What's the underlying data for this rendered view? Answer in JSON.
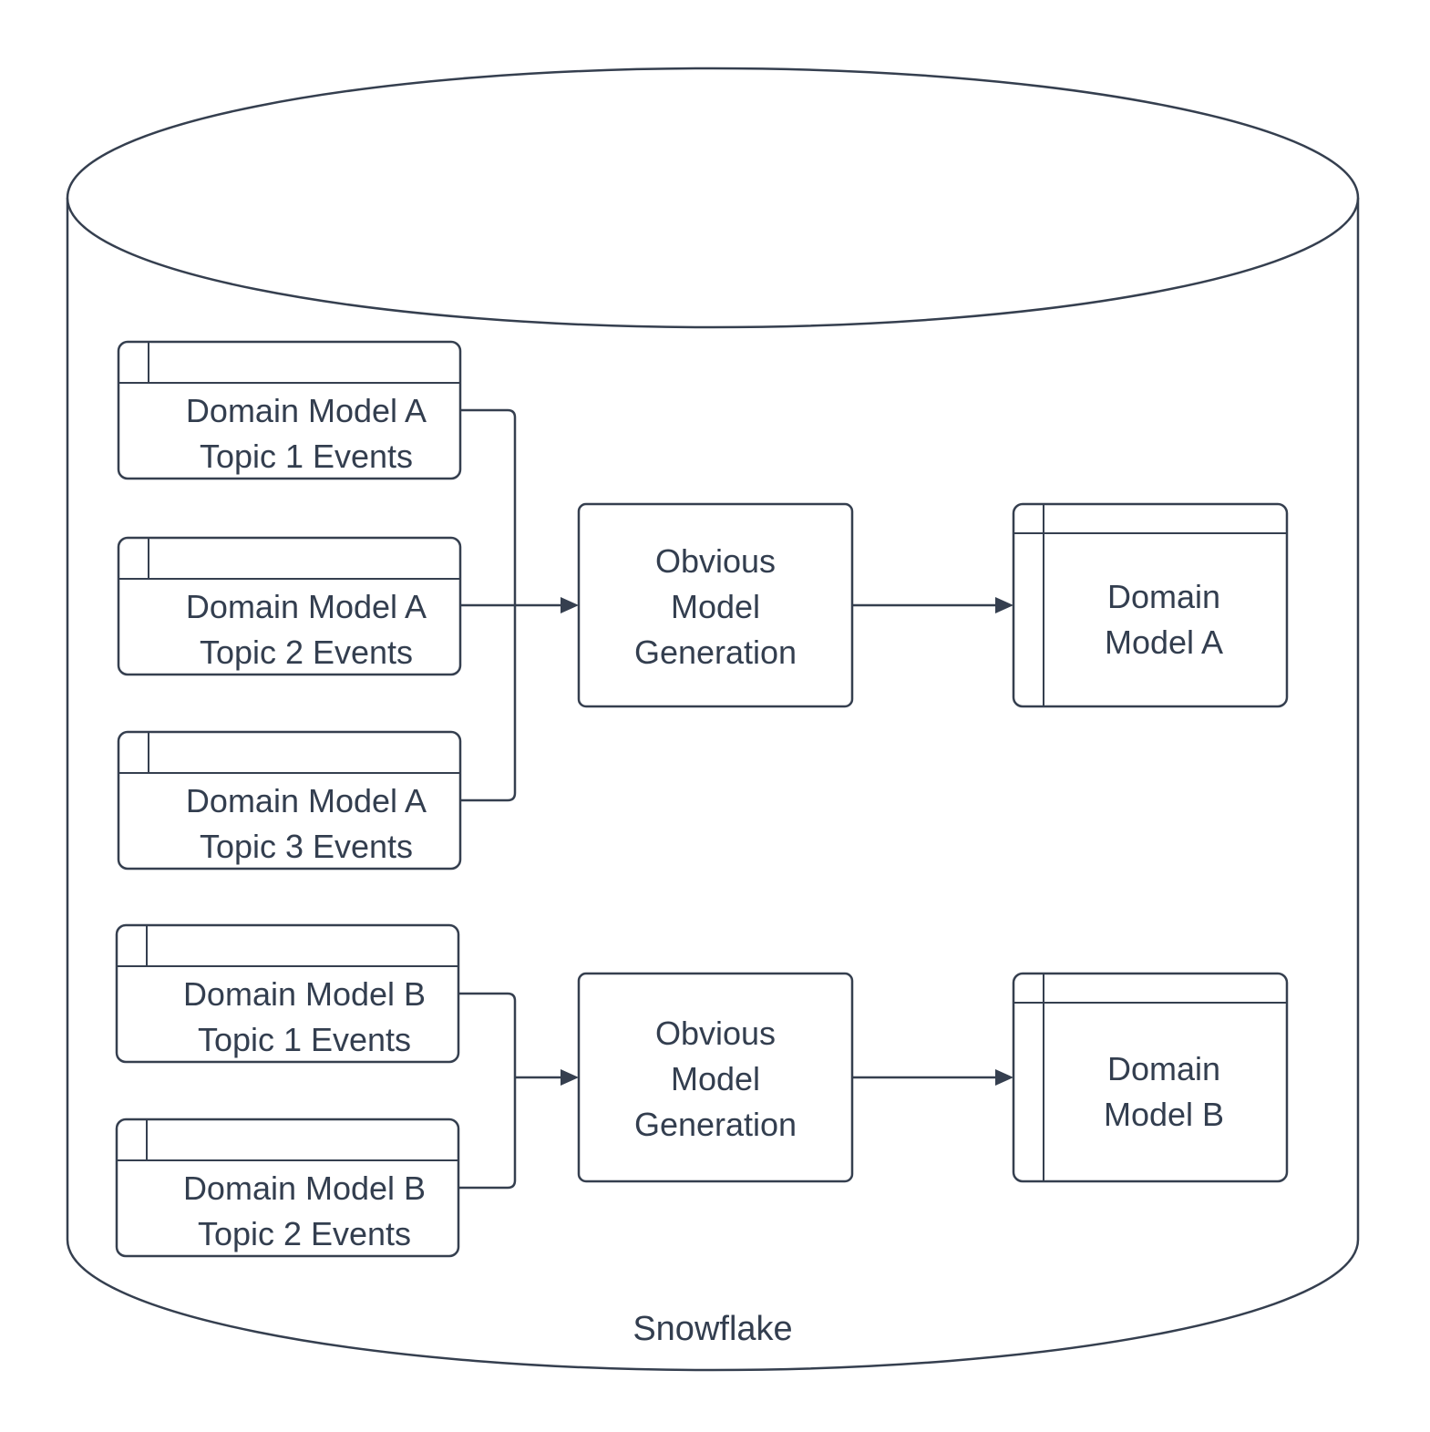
{
  "diagram": {
    "container_label": "Snowflake",
    "colors": {
      "line": "#353f4f",
      "text": "#333e4f",
      "background": "#ffffff"
    },
    "source_tables": [
      {
        "line1": "Domain Model A",
        "line2": "Topic 1 Events"
      },
      {
        "line1": "Domain Model A",
        "line2": "Topic 2 Events"
      },
      {
        "line1": "Domain Model A",
        "line2": "Topic 3 Events"
      },
      {
        "line1": "Domain Model B",
        "line2": "Topic 1 Events"
      },
      {
        "line1": "Domain Model B",
        "line2": "Topic 2 Events"
      }
    ],
    "processes": [
      {
        "line1": "Obvious",
        "line2": "Model",
        "line3": "Generation"
      },
      {
        "line1": "Obvious",
        "line2": "Model",
        "line3": "Generation"
      }
    ],
    "outputs": [
      {
        "line1": "Domain",
        "line2": "Model A"
      },
      {
        "line1": "Domain",
        "line2": "Model B"
      }
    ]
  }
}
